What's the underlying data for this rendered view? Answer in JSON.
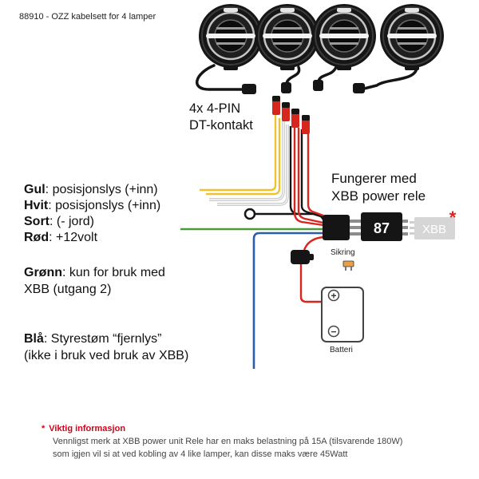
{
  "header": {
    "title": "88910 - OZZ kabelsett for 4 lamper"
  },
  "callouts": {
    "connector": {
      "line1": "4x 4-PIN",
      "line2": "DT-kontakt"
    },
    "relay": {
      "line1": "Fungerer med",
      "line2": "XBB power rele"
    }
  },
  "legend": {
    "yellow": {
      "name": "Gul",
      "text": ": posisjonslys (+inn)"
    },
    "white": {
      "name": "Hvit",
      "text": ": posisjonslys (+inn)"
    },
    "black": {
      "name": "Sort",
      "text": ": (- jord)"
    },
    "red": {
      "name": "Rød",
      "text": ": +12volt"
    },
    "green": {
      "name": "Grønn",
      "text": ": kun for bruk med",
      "text2": "XBB (utgang 2)"
    },
    "blue": {
      "name": "Blå",
      "text": ": Styrestøm “fjernlys”",
      "text2": "(ikke i bruk ved bruk av XBB)"
    }
  },
  "components": {
    "relay_87": "87",
    "xbb_relay": "XBB",
    "xbb_asterisk": "*",
    "fuse_label": "Sikring",
    "battery_label": "Batteri",
    "battery_plus": "+",
    "battery_minus": "−"
  },
  "note": {
    "asterisk": "*",
    "title": "Viktig informasjon",
    "lines": [
      "Vennligst merk at XBB power unit Rele har en maks belastning på 15A (tilsvarende 180W)",
      "som igjen vil si at ved kobling av 4 like lamper, kan disse maks være 45Watt"
    ]
  },
  "icons": {
    "lamp": "lamp-icon",
    "connector": "dt-connector-icon",
    "relay": "relay-icon",
    "fuse": "fuse-icon",
    "battery": "battery-icon",
    "ring_terminal": "ring-terminal-icon"
  },
  "colors": {
    "yellow_wire": "#f2c12e",
    "white_wire": "#ececec",
    "black_wire": "#151515",
    "red_wire": "#d7261e",
    "green_wire": "#4c9a3a",
    "blue_wire": "#2b5cae",
    "xbb_grey": "#d6d6d6",
    "warning_red": "#d0021b"
  }
}
